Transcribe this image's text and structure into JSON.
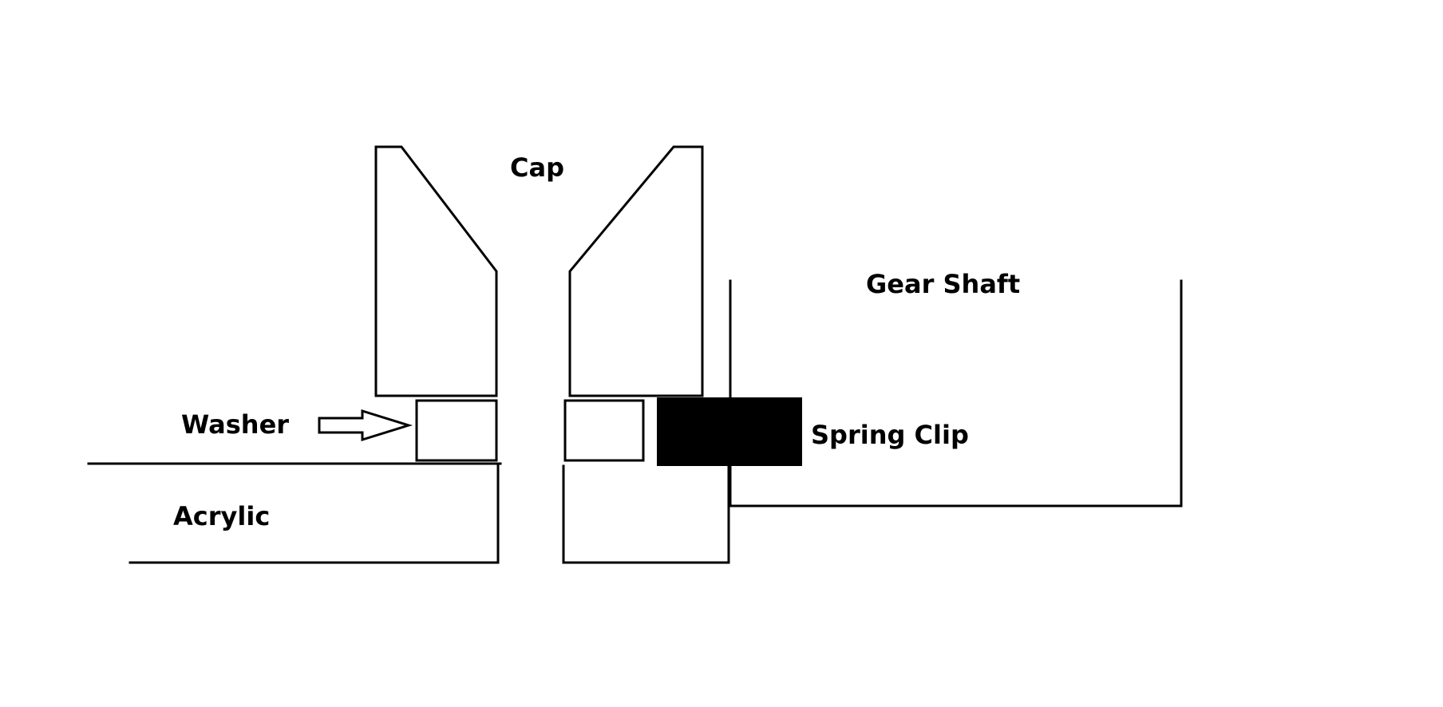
{
  "diagram": {
    "labels": {
      "cap": "Cap",
      "gear_shaft": "Gear Shaft",
      "washer": "Washer",
      "spring_clip": "Spring Clip",
      "acrylic": "Acrylic"
    },
    "colors": {
      "ink": "#000000",
      "background": "#ffffff"
    }
  }
}
